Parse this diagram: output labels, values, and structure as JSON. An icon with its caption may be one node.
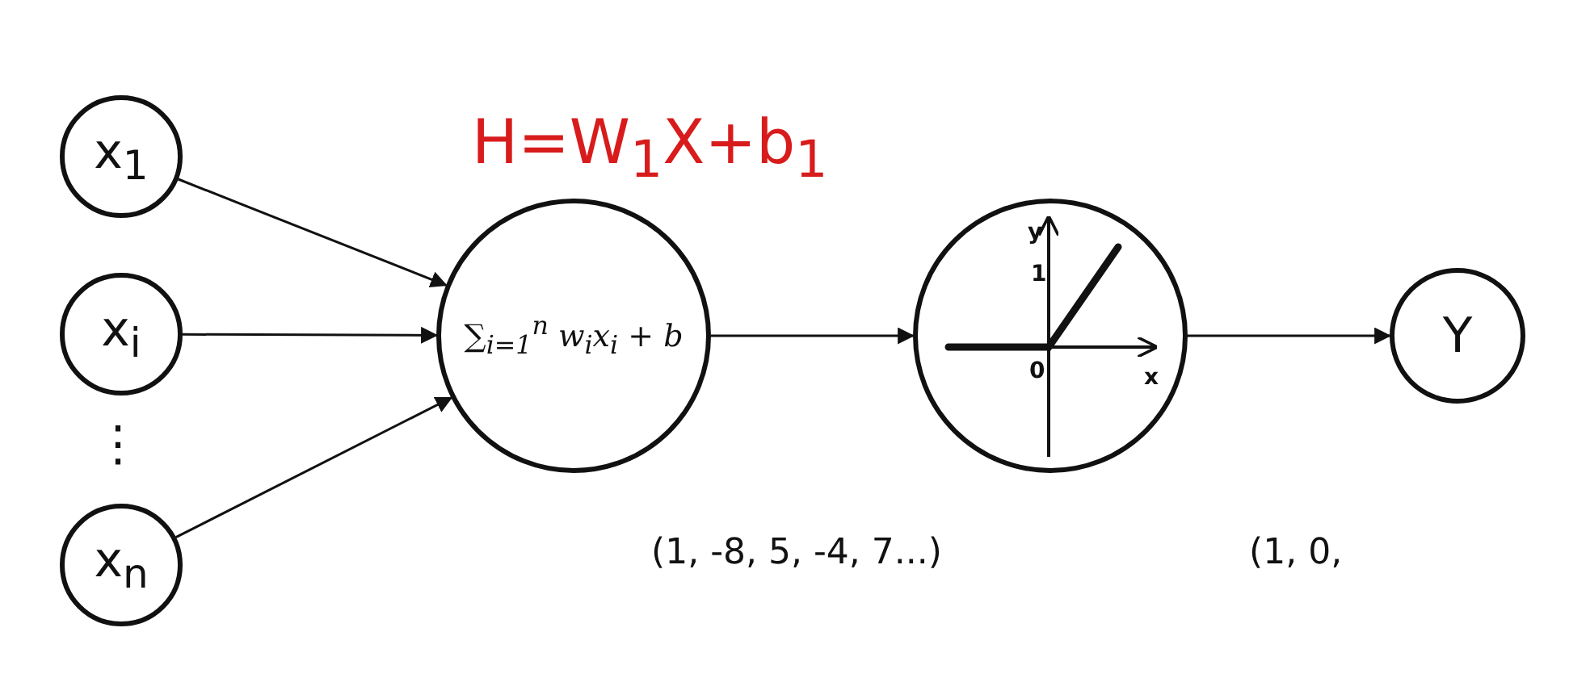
{
  "diagram": {
    "nodes": [
      {
        "text": [
          "x$_{1}$"
        ]
      },
      {
        "text": [
          "x$_{i}$"
        ]
      },
      {
        "text": [
          "x$_{n}$"
        ]
      },
      {
        "text": [
          "∑$_{i=1}$$^{n}$ w$_{i}$x$_{i}$ + b"
        ]
      },
      {
        "text": [
          "y",
          "1",
          "0",
          "x"
        ]
      },
      {
        "text": [
          "Y"
        ]
      }
    ],
    "edges": [
      {
        "from": 0,
        "to": 3,
        "arrow": "to"
      },
      {
        "from": 1,
        "to": 3,
        "arrow": "to"
      },
      {
        "from": 2,
        "to": 3,
        "arrow": "to"
      },
      {
        "from": 3,
        "to": 4,
        "arrow": "to"
      },
      {
        "from": 4,
        "to": 5,
        "arrow": "to"
      }
    ],
    "labels": [
      "H=W$_{1}$X+b$_{1}$",
      "⋮",
      "(1, -8, 5, -4, 7...)",
      "(1, 0,"
    ]
  }
}
